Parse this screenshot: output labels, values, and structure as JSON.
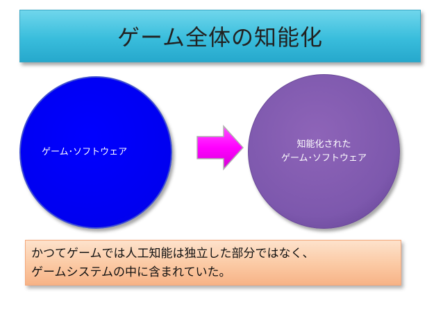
{
  "title": "ゲーム全体の知能化",
  "left_circle": {
    "label": "ゲーム･ソフトウェア"
  },
  "right_circle": {
    "line1": "知能化された",
    "line2": "ゲーム･ソフトウェア"
  },
  "arrow": {
    "icon": "right-arrow-icon"
  },
  "note": {
    "line1": "かつてゲームでは人工知能は独立した部分ではなく、",
    "line2": "ゲームシステムの中に含まれていた。"
  },
  "colors": {
    "title_bg": "#39bddc",
    "left_circle": "#0000ff",
    "right_circle": "#7d58ad",
    "arrow_fill": "#ff00ff",
    "note_bg": "#fbc9a3"
  }
}
